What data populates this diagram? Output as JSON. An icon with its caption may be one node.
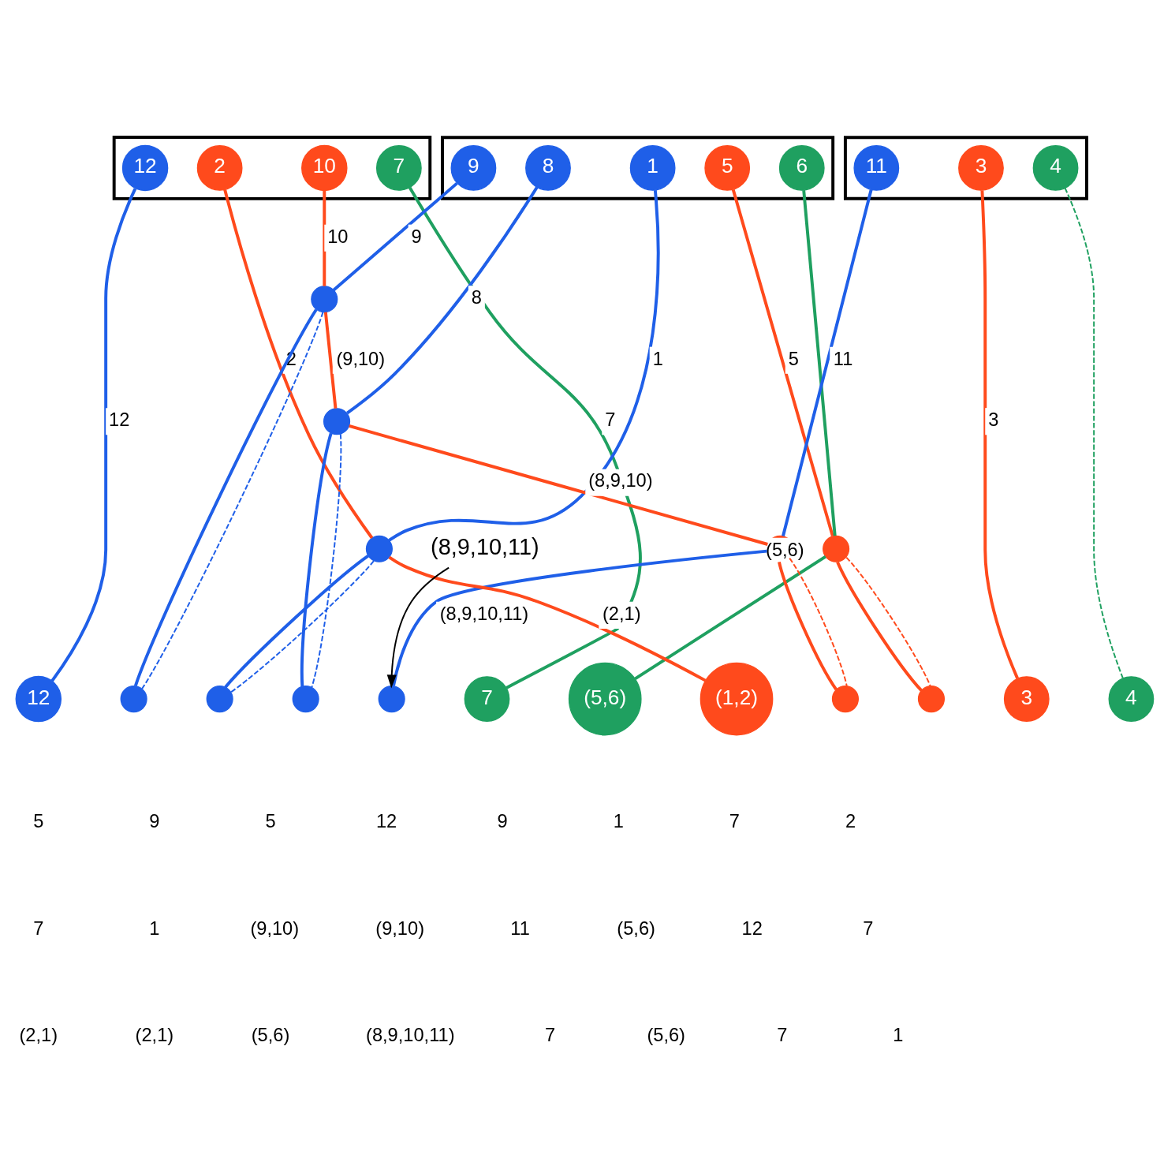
{
  "diagram": {
    "nodes": [
      {
        "text": [],
        "shape": "bracket"
      },
      {
        "text": [],
        "shape": "bracket"
      },
      {
        "text": [],
        "shape": "bracket"
      },
      {
        "text": [
          "2"
        ],
        "in": 0
      },
      {
        "text": [
          "10"
        ],
        "in": 0
      },
      {
        "text": [
          "12"
        ],
        "in": 0
      },
      {
        "text": [
          "7"
        ],
        "in": 0
      },
      {
        "text": [
          "5"
        ],
        "in": 1
      },
      {
        "text": [
          "9"
        ],
        "in": 1
      },
      {
        "text": [
          "1"
        ],
        "in": 1
      },
      {
        "text": [
          "8"
        ],
        "in": 1
      },
      {
        "text": [
          "6"
        ],
        "in": 1
      },
      {
        "text": [
          "3"
        ],
        "in": 2
      },
      {
        "text": [
          "11"
        ],
        "in": 2
      },
      {
        "text": [
          "4"
        ],
        "in": 2
      },
      {
        "text": [],
        "shape": "circle"
      },
      {
        "text": [],
        "shape": "circle"
      },
      {
        "text": [],
        "shape": "circle"
      },
      {
        "text": [],
        "shape": "circle"
      },
      {
        "text": [],
        "shape": "circle"
      },
      {
        "text": [
          "12"
        ]
      },
      {
        "text": [],
        "shape": "circle"
      },
      {
        "text": [],
        "shape": "circle"
      },
      {
        "text": [],
        "shape": "circle"
      },
      {
        "text": [],
        "shape": "circle"
      },
      {
        "text": [
          "7"
        ]
      },
      {
        "text": [
          "(5,6)"
        ]
      },
      {
        "text": [
          "(1,2)"
        ]
      },
      {
        "text": [],
        "shape": "circle"
      },
      {
        "text": [],
        "shape": "circle"
      },
      {
        "text": [
          "3"
        ]
      },
      {
        "text": [
          "4"
        ]
      },
      {
        "text": [
          "(8,9,10,11)"
        ]
      }
    ],
    "edges": [
      {
        "from": 3,
        "to": 19,
        "arrow": "none",
        "label": "2",
        "color": "#ff4a1c"
      },
      {
        "from": 4,
        "to": 16,
        "arrow": "none",
        "label": "10",
        "color": "#ff4a1c"
      },
      {
        "from": 5,
        "to": 20,
        "arrow": "none",
        "label": "12"
      },
      {
        "from": 6,
        "to": 25,
        "arrow": "none",
        "label": "7",
        "color": "#1fa060"
      },
      {
        "from": 7,
        "to": 15,
        "arrow": "none",
        "label": "5",
        "color": "#ff4a1c"
      },
      {
        "from": 8,
        "to": 16,
        "arrow": "none",
        "label": "9"
      },
      {
        "from": 9,
        "to": 19,
        "arrow": "none",
        "label": "1"
      },
      {
        "from": 10,
        "to": 17,
        "arrow": "none",
        "label": "8"
      },
      {
        "from": 11,
        "to": 15,
        "arrow": "none",
        "color": "#1fa060"
      },
      {
        "from": 12,
        "to": 30,
        "arrow": "none",
        "label": "3",
        "color": "#ff4a1c"
      },
      {
        "from": 13,
        "to": 18,
        "arrow": "none",
        "label": "11"
      },
      {
        "from": 14,
        "to": 31,
        "arrow": "none",
        "style": "dashed",
        "color": "#1fa060"
      },
      {
        "from": 15,
        "to": 29,
        "arrow": "none",
        "color": "#ff4a1c"
      },
      {
        "from": 15,
        "to": 29,
        "arrow": "none",
        "style": "dashed",
        "color": "#ff4a1c"
      },
      {
        "from": 15,
        "to": 26,
        "arrow": "none",
        "label": "(5,6)",
        "color": "#1fa060"
      },
      {
        "from": 16,
        "to": 17,
        "arrow": "none",
        "label": "(9,10)",
        "color": "#ff4a1c"
      },
      {
        "from": 16,
        "to": 21,
        "arrow": "none"
      },
      {
        "from": 16,
        "to": 21,
        "arrow": "none",
        "style": "dashed"
      },
      {
        "from": 17,
        "to": 18,
        "arrow": "none",
        "label": "(8,9,10)",
        "color": "#ff4a1c"
      },
      {
        "from": 17,
        "to": 23,
        "arrow": "none"
      },
      {
        "from": 17,
        "to": 23,
        "arrow": "none",
        "style": "dashed"
      },
      {
        "from": 18,
        "to": 28,
        "arrow": "none",
        "color": "#ff4a1c"
      },
      {
        "from": 18,
        "to": 28,
        "arrow": "none",
        "style": "dashed",
        "color": "#ff4a1c"
      },
      {
        "from": 18,
        "to": 24,
        "arrow": "none",
        "label": "(8,9,10,11)"
      },
      {
        "from": 19,
        "to": 27,
        "arrow": "none",
        "label": "(2,1)",
        "color": "#ff4a1c"
      },
      {
        "from": 19,
        "to": 22,
        "arrow": "none"
      },
      {
        "from": 19,
        "to": 22,
        "arrow": "none",
        "style": "dashed"
      },
      {
        "from": 32,
        "to": 24,
        "arrow": "to",
        "color": "#000000"
      }
    ],
    "labels": [
      "5",
      "9",
      "5",
      "12",
      "9",
      "1",
      "7",
      "2",
      "7",
      "1",
      "(9,10)",
      "(9,10)",
      "11",
      "(5,6)",
      "12",
      "7",
      "(2,1)",
      "(2,1)",
      "(5,6)",
      "(8,9,10,11)",
      "7",
      "(5,6)",
      "7",
      "1"
    ]
  }
}
